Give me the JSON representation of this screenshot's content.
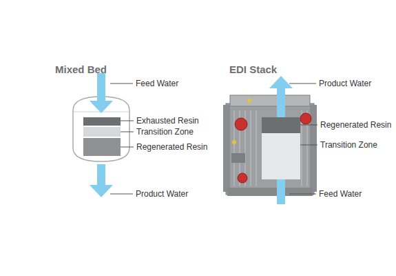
{
  "diagram": {
    "labels": [
      "Mixed Bed",
      "Feed Water",
      "Exhausted Resin",
      "Transition Zone",
      "Regenerated Resin",
      "Product Water",
      "EDI Stack",
      "Product Water",
      "Regenerated Resin",
      "Transition Zone",
      "Feed Water"
    ]
  }
}
